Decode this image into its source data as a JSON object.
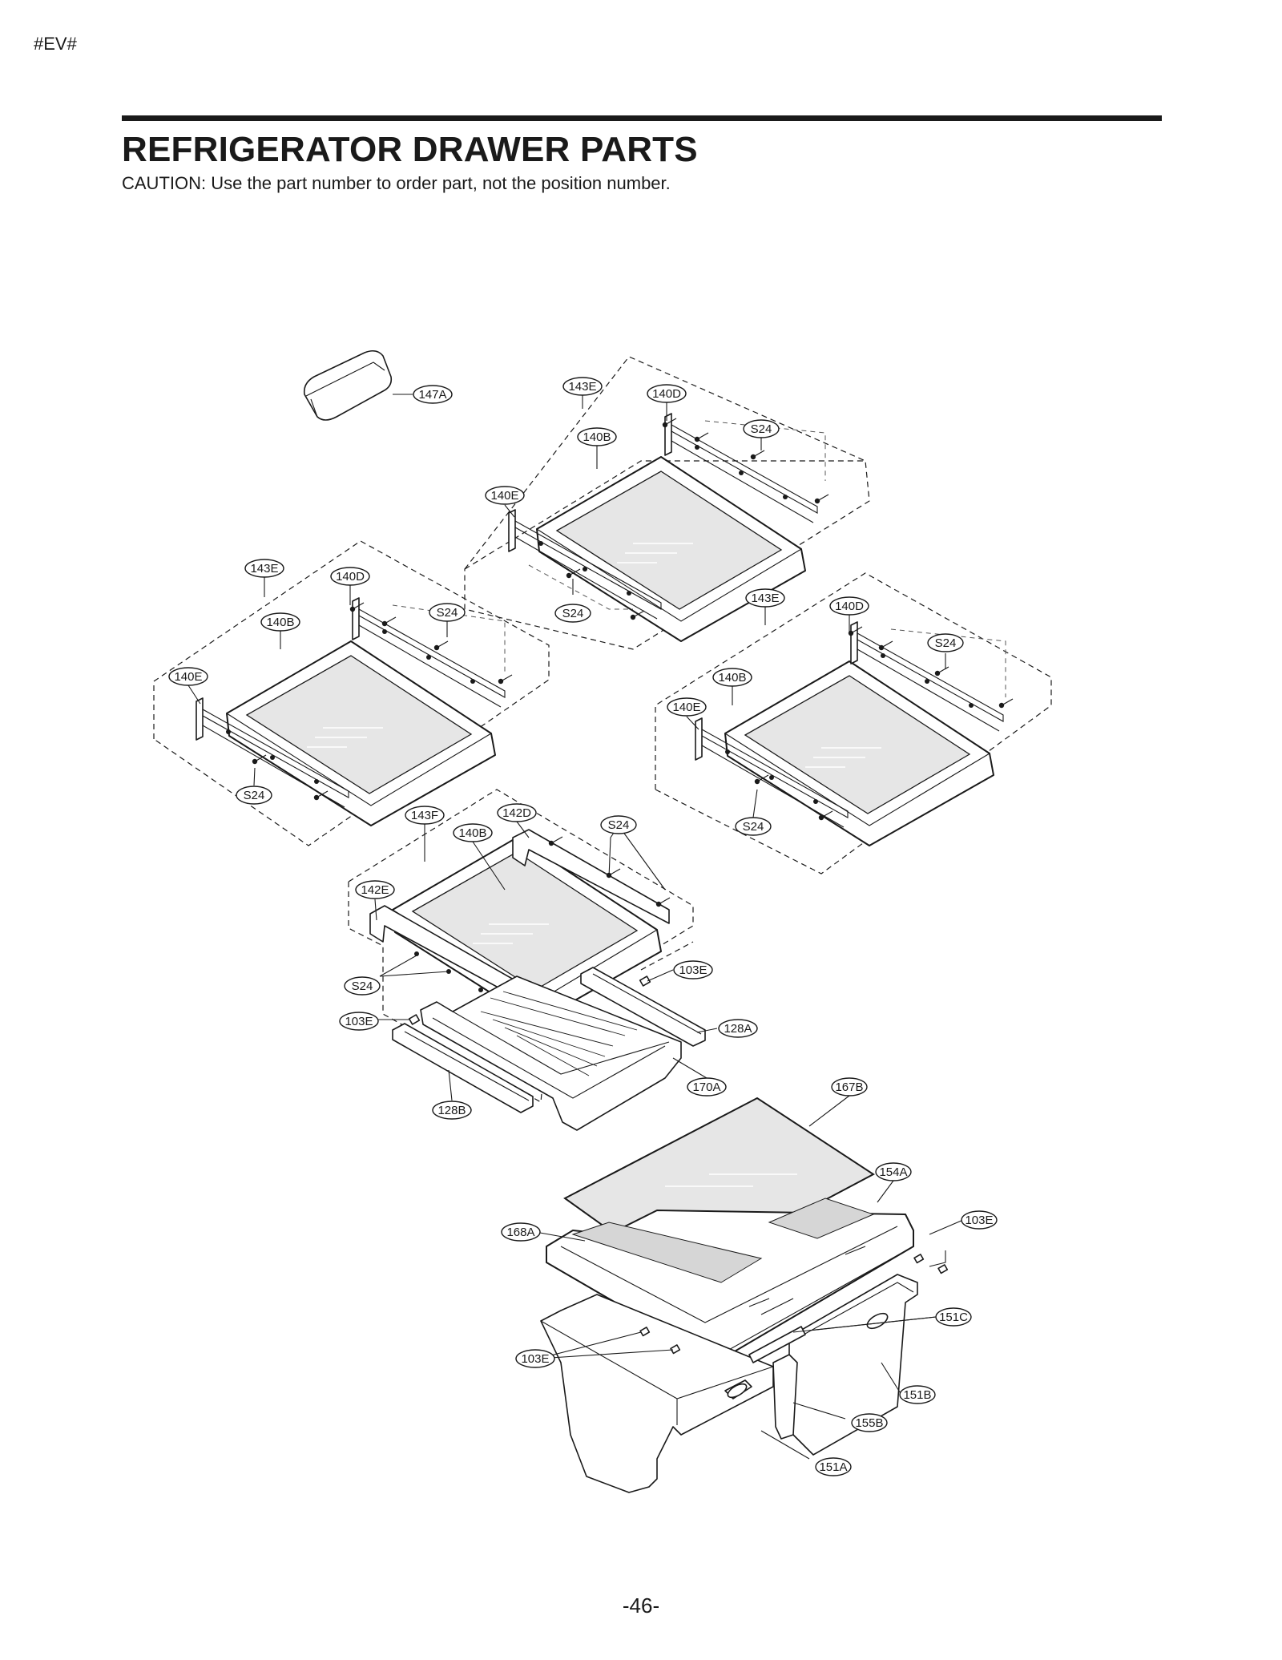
{
  "header": {
    "doc_code": "#EV#",
    "title": "REFRIGERATOR DRAWER PARTS",
    "caution": "CAUTION: Use the part number to order part, not the position number."
  },
  "footer": {
    "page_number": "-46-"
  },
  "callouts": {
    "p147A": "147A",
    "p143E_top": "143E",
    "p140D_top": "140D",
    "p140B_top": "140B",
    "pS24_top_a": "S24",
    "p140E_top": "140E",
    "pS24_top_b": "S24",
    "p143E_left": "143E",
    "p140D_left": "140D",
    "p140B_left": "140B",
    "pS24_left_a": "S24",
    "p140E_left": "140E",
    "pS24_left_b": "S24",
    "p143E_right": "143E",
    "p140D_right": "140D",
    "p140B_right": "140B",
    "pS24_right_a": "S24",
    "p140E_right": "140E",
    "pS24_right_b": "S24",
    "p143F": "143F",
    "p142D": "142D",
    "p140B_mid": "140B",
    "pS24_mid_a": "S24",
    "p142E": "142E",
    "pS24_mid_b": "S24",
    "p103E_a": "103E",
    "p103E_b": "103E",
    "p128A": "128A",
    "p128B": "128B",
    "p170A": "170A",
    "p167B": "167B",
    "p154A": "154A",
    "p103E_c": "103E",
    "p168A": "168A",
    "p151C": "151C",
    "p103E_d": "103E",
    "p151B": "151B",
    "p155B": "155B",
    "p151A": "151A"
  }
}
